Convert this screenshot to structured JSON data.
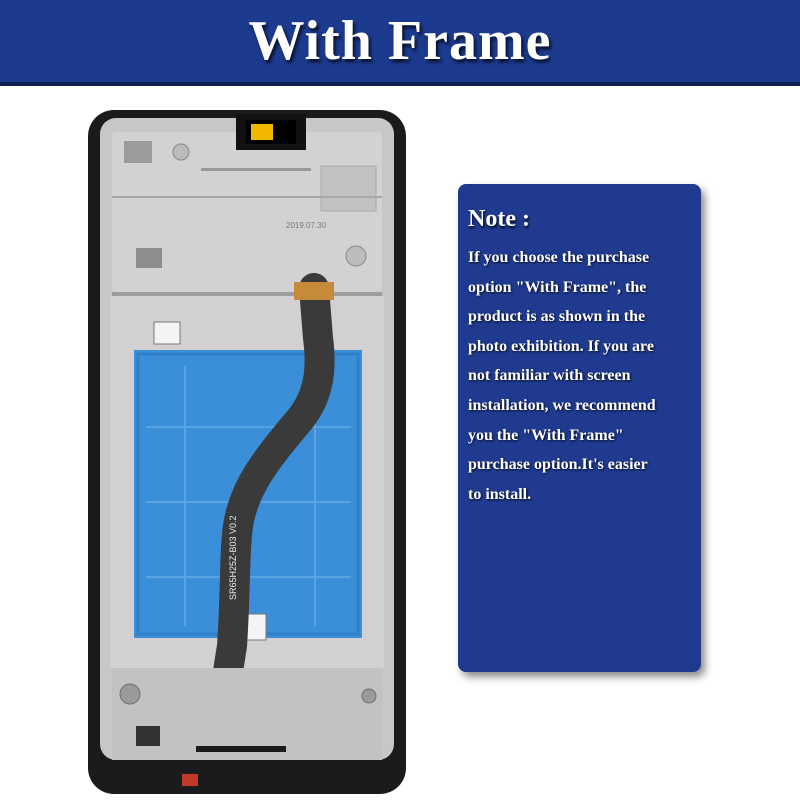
{
  "banner": {
    "title": "With Frame",
    "background_color": "#1c3a8e"
  },
  "photo": {
    "frame_text": "2019.07.30",
    "cable_text": "SR65H25Z-B03 V0.2",
    "frame_color": "#c9c7c9",
    "protective_film_color": "#3a8fd8",
    "flex_cable_color": "#3a3a3a"
  },
  "note": {
    "title": "Note :",
    "lines": [
      "If you choose the purchase",
      "option \"With Frame\", the",
      "product is as shown in the",
      "photo exhibition. If you are",
      "not familiar with screen",
      "installation, we recommend",
      "you the \"With Frame\"",
      "purchase option.It's easier",
      "to install."
    ],
    "background_color": "#1f3a8f"
  }
}
